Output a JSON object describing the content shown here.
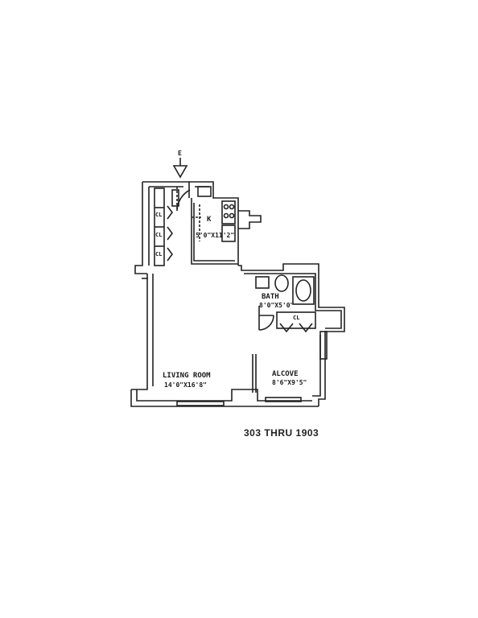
{
  "entry": {
    "label": "E"
  },
  "rooms": {
    "kitchen": {
      "name": "K",
      "dims": "5'0\"X11'2\""
    },
    "bath": {
      "name": "BATH",
      "dims": "8'0\"X5'0\""
    },
    "living": {
      "name": "LIVING ROOM",
      "dims": "14'0\"X16'8\""
    },
    "alcove": {
      "name": "ALCOVE",
      "dims": "8'6\"X9'5\""
    }
  },
  "closets": {
    "c1": "CL",
    "c2": "CL",
    "c3": "CL",
    "c4": "CL"
  },
  "caption": "303 THRU 1903"
}
